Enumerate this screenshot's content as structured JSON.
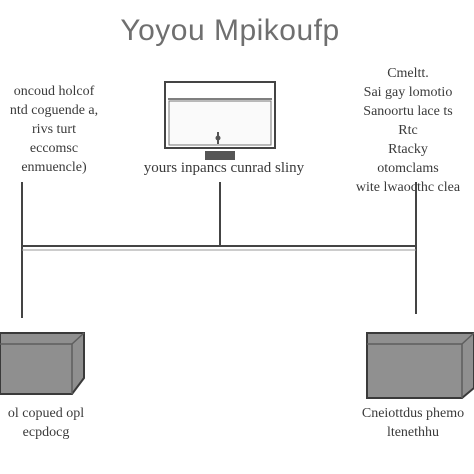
{
  "title": "Yoyou Mpikoufp",
  "left_top": {
    "lines": [
      "oncoud holcof",
      "ntd coguende a,",
      "rivs turt",
      "eccomsc",
      "enmuencle)"
    ]
  },
  "center": {
    "caption": "yours inpancs cunrad sliny"
  },
  "right_top": {
    "lines": [
      "Cmeltt.",
      "Sai gay lomotio",
      "Sanoortu lace ts",
      "Rtc",
      "Rtacky",
      "otomclams",
      "wite lwaocthc clea"
    ]
  },
  "left_bottom": {
    "lines": [
      "ol copued opl",
      "ecpdocg"
    ]
  },
  "right_bottom": {
    "lines": [
      "Cneiottdus phemo",
      "ltenethhu"
    ]
  }
}
